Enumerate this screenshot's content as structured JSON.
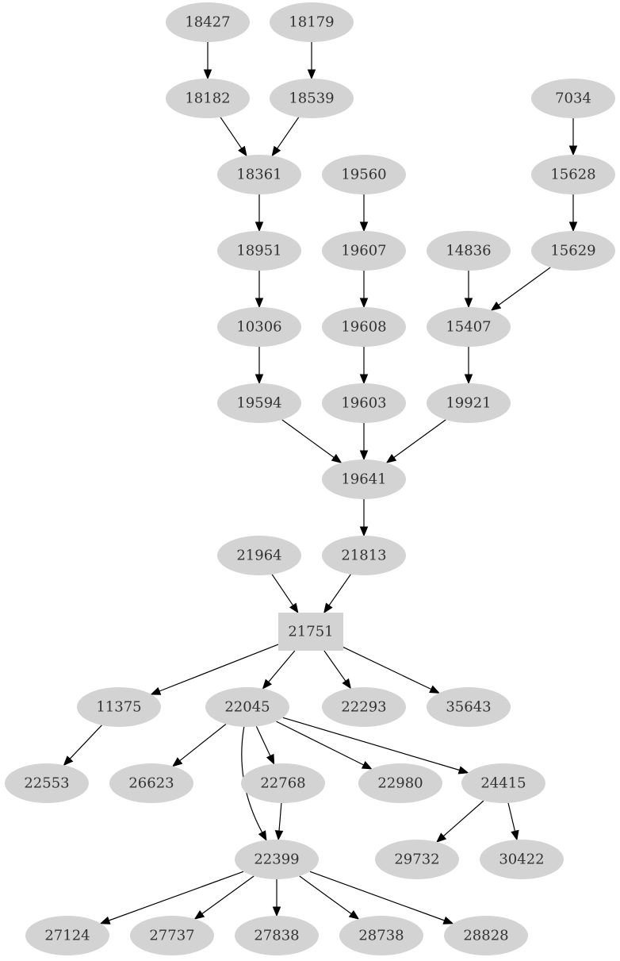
{
  "colors": {
    "node_fill": "#d3d3d3",
    "highlight_fill": "#ffc0cb",
    "edge": "#000000",
    "label": "#333333",
    "background": "#ffffff"
  },
  "nodes": [
    {
      "id": "18427",
      "label": "18427",
      "shape": "ellipse"
    },
    {
      "id": "18179",
      "label": "18179",
      "shape": "ellipse"
    },
    {
      "id": "18182",
      "label": "18182",
      "shape": "ellipse"
    },
    {
      "id": "18539",
      "label": "18539",
      "shape": "ellipse"
    },
    {
      "id": "7034",
      "label": "7034",
      "shape": "ellipse"
    },
    {
      "id": "18361",
      "label": "18361",
      "shape": "ellipse"
    },
    {
      "id": "19560",
      "label": "19560",
      "shape": "ellipse"
    },
    {
      "id": "15628",
      "label": "15628",
      "shape": "ellipse"
    },
    {
      "id": "18951",
      "label": "18951",
      "shape": "ellipse"
    },
    {
      "id": "19607",
      "label": "19607",
      "shape": "ellipse"
    },
    {
      "id": "14836",
      "label": "14836",
      "shape": "ellipse"
    },
    {
      "id": "15629",
      "label": "15629",
      "shape": "ellipse"
    },
    {
      "id": "10306",
      "label": "10306",
      "shape": "ellipse"
    },
    {
      "id": "19608",
      "label": "19608",
      "shape": "ellipse"
    },
    {
      "id": "15407",
      "label": "15407",
      "shape": "ellipse"
    },
    {
      "id": "19594",
      "label": "19594",
      "shape": "ellipse"
    },
    {
      "id": "19603",
      "label": "19603",
      "shape": "ellipse"
    },
    {
      "id": "19921",
      "label": "19921",
      "shape": "ellipse"
    },
    {
      "id": "19641",
      "label": "19641",
      "shape": "ellipse"
    },
    {
      "id": "21964",
      "label": "21964",
      "shape": "ellipse"
    },
    {
      "id": "21813",
      "label": "21813",
      "shape": "ellipse"
    },
    {
      "id": "21751",
      "label": "21751",
      "shape": "box"
    },
    {
      "id": "11375",
      "label": "11375",
      "shape": "ellipse"
    },
    {
      "id": "22045",
      "label": "22045",
      "shape": "ellipse"
    },
    {
      "id": "22293",
      "label": "22293",
      "shape": "ellipse"
    },
    {
      "id": "35643",
      "label": "35643",
      "shape": "ellipse"
    },
    {
      "id": "22553",
      "label": "22553",
      "shape": "ellipse"
    },
    {
      "id": "26623",
      "label": "26623",
      "shape": "ellipse",
      "highlight": true
    },
    {
      "id": "22768",
      "label": "22768",
      "shape": "ellipse"
    },
    {
      "id": "22980",
      "label": "22980",
      "shape": "ellipse"
    },
    {
      "id": "24415",
      "label": "24415",
      "shape": "ellipse"
    },
    {
      "id": "22399",
      "label": "22399",
      "shape": "ellipse"
    },
    {
      "id": "29732",
      "label": "29732",
      "shape": "ellipse"
    },
    {
      "id": "30422",
      "label": "30422",
      "shape": "ellipse"
    },
    {
      "id": "27124",
      "label": "27124",
      "shape": "ellipse"
    },
    {
      "id": "27737",
      "label": "27737",
      "shape": "ellipse"
    },
    {
      "id": "27838",
      "label": "27838",
      "shape": "ellipse"
    },
    {
      "id": "28738",
      "label": "28738",
      "shape": "ellipse"
    },
    {
      "id": "28828",
      "label": "28828",
      "shape": "ellipse"
    }
  ],
  "edges": [
    {
      "from": "18427",
      "to": "18182"
    },
    {
      "from": "18179",
      "to": "18539"
    },
    {
      "from": "18182",
      "to": "18361"
    },
    {
      "from": "18539",
      "to": "18361"
    },
    {
      "from": "7034",
      "to": "15628"
    },
    {
      "from": "18361",
      "to": "18951"
    },
    {
      "from": "19560",
      "to": "19607"
    },
    {
      "from": "15628",
      "to": "15629"
    },
    {
      "from": "18951",
      "to": "10306"
    },
    {
      "from": "19607",
      "to": "19608"
    },
    {
      "from": "14836",
      "to": "15407"
    },
    {
      "from": "15629",
      "to": "15407"
    },
    {
      "from": "10306",
      "to": "19594"
    },
    {
      "from": "19608",
      "to": "19603"
    },
    {
      "from": "15407",
      "to": "19921"
    },
    {
      "from": "19594",
      "to": "19641"
    },
    {
      "from": "19603",
      "to": "19641"
    },
    {
      "from": "19921",
      "to": "19641"
    },
    {
      "from": "19641",
      "to": "21813"
    },
    {
      "from": "21964",
      "to": "21751"
    },
    {
      "from": "21813",
      "to": "21751"
    },
    {
      "from": "21751",
      "to": "11375"
    },
    {
      "from": "21751",
      "to": "22045"
    },
    {
      "from": "21751",
      "to": "22293"
    },
    {
      "from": "21751",
      "to": "35643"
    },
    {
      "from": "11375",
      "to": "22553"
    },
    {
      "from": "22045",
      "to": "26623"
    },
    {
      "from": "22045",
      "to": "22768"
    },
    {
      "from": "22045",
      "to": "22980"
    },
    {
      "from": "22045",
      "to": "24415"
    },
    {
      "from": "22045",
      "to": "22399"
    },
    {
      "from": "22768",
      "to": "22399"
    },
    {
      "from": "24415",
      "to": "29732"
    },
    {
      "from": "24415",
      "to": "30422"
    },
    {
      "from": "22399",
      "to": "27124"
    },
    {
      "from": "22399",
      "to": "27737"
    },
    {
      "from": "22399",
      "to": "27838"
    },
    {
      "from": "22399",
      "to": "28738"
    },
    {
      "from": "22399",
      "to": "28828"
    }
  ]
}
